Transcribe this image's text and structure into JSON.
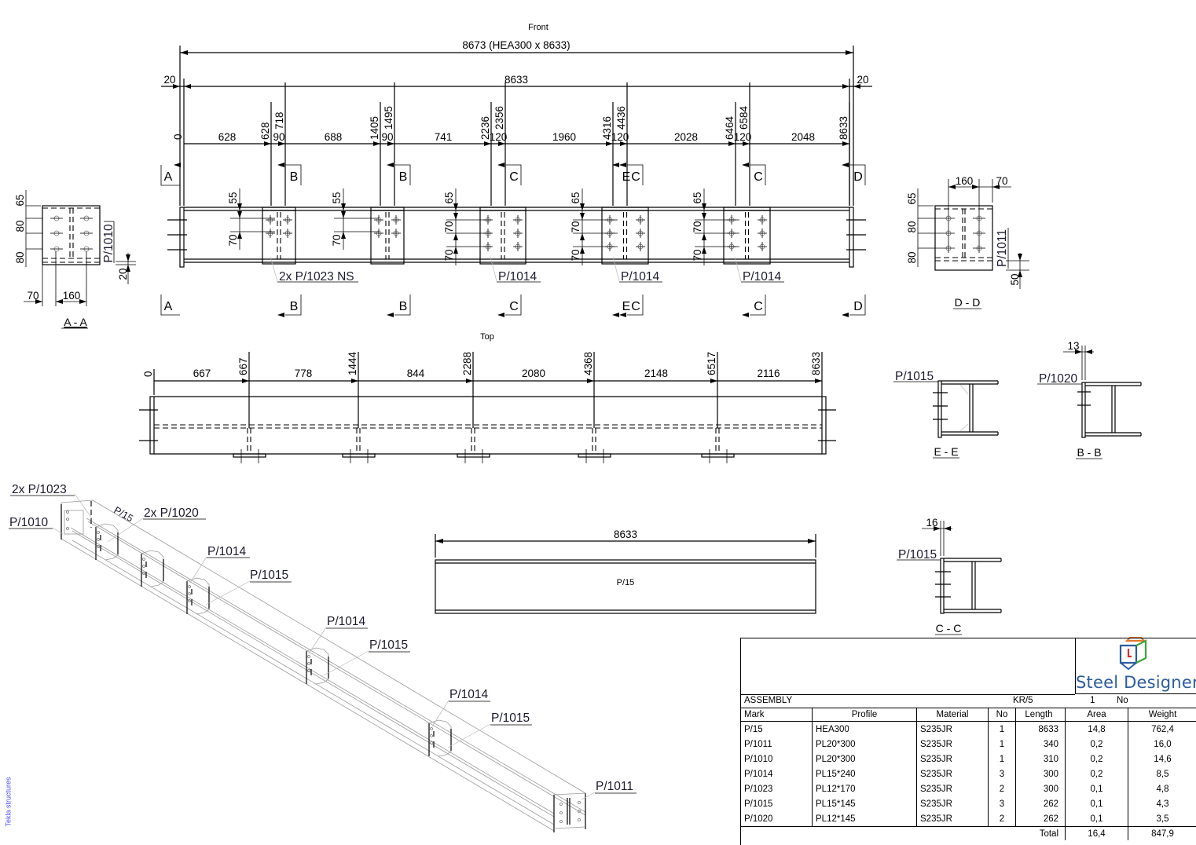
{
  "drawing": {
    "views": {
      "front": {
        "title": "Front",
        "overall_dim": "8673 (HEA300 x 8633)",
        "beam_dim": "8633",
        "end_offset_left": "20",
        "end_offset_right": "20",
        "ordinate_labels": [
          "0",
          "628",
          "718",
          "1405",
          "1495",
          "2236",
          "2356",
          "4316",
          "4436",
          "6464",
          "6584",
          "8633"
        ],
        "chain_dims": [
          "628",
          "90",
          "688",
          "90",
          "741",
          "120",
          "1960",
          "120",
          "2028",
          "120",
          "2048"
        ],
        "section_marks_top": [
          "A",
          "B",
          "B",
          "C",
          "E",
          "C",
          "C",
          "D"
        ],
        "section_marks_bottom": [
          "A",
          "B",
          "B",
          "C",
          "E",
          "C",
          "C",
          "D"
        ],
        "vertical_dims_b": [
          "55",
          "70"
        ],
        "vertical_dims_c": [
          "65",
          "70",
          "70"
        ],
        "callouts": [
          "2x P/1023 NS",
          "P/1014",
          "P/1014",
          "P/1014"
        ]
      },
      "top": {
        "title": "Top",
        "ordinate_labels": [
          "0",
          "667",
          "1444",
          "2288",
          "4368",
          "6517",
          "8633"
        ],
        "chain_dims": [
          "667",
          "778",
          "844",
          "2080",
          "2148",
          "2116"
        ]
      },
      "part": {
        "dim": "8633",
        "mark": "P/15"
      },
      "section_aa": {
        "title": "A - A",
        "dims_vertical": [
          "65",
          "80",
          "80"
        ],
        "dims_horizontal": [
          "70",
          "160"
        ],
        "plate_mark": "P/1010",
        "offset_dim": "20"
      },
      "section_dd": {
        "title": "D - D",
        "dims_vertical": [
          "65",
          "80",
          "80"
        ],
        "dims_horizontal": [
          "160",
          "70"
        ],
        "plate_mark": "P/1011",
        "offset_dim": "50"
      },
      "section_ee": {
        "title": "E - E",
        "plate_mark": "P/1015"
      },
      "section_bb": {
        "title": "B - B",
        "plate_mark": "P/1020",
        "dim": "13"
      },
      "section_cc": {
        "title": "C - C",
        "plate_mark": "P/1015",
        "dim": "16"
      },
      "iso": {
        "labels": [
          "2x P/1023",
          "P/1010",
          "P/15",
          "2x P/1020",
          "P/1014",
          "P/1015",
          "P/1014",
          "P/1015",
          "P/1014",
          "P/1015",
          "P/1011"
        ]
      }
    }
  },
  "title_block": {
    "logo_text": "Steel Designer",
    "logo_colors": {
      "orange": "#e8742a",
      "blue": "#2b5c9e",
      "green": "#3aa53a",
      "red": "#d9302a"
    },
    "assembly_label": "ASSEMBLY",
    "assembly_mark": "KR/5",
    "assembly_qty": "1",
    "assembly_qty_unit": "No",
    "columns": [
      "Mark",
      "Profile",
      "Material",
      "No",
      "Length",
      "Area",
      "Weight"
    ],
    "rows": [
      [
        "P/15",
        "HEA300",
        "S235JR",
        "1",
        "8633",
        "14,8",
        "762,4"
      ],
      [
        "P/1011",
        "PL20*300",
        "S235JR",
        "1",
        "340",
        "0,2",
        "16,0"
      ],
      [
        "P/1010",
        "PL20*300",
        "S235JR",
        "1",
        "310",
        "0,2",
        "14,6"
      ],
      [
        "P/1014",
        "PL15*240",
        "S235JR",
        "3",
        "300",
        "0,2",
        "8,5"
      ],
      [
        "P/1023",
        "PL12*170",
        "S235JR",
        "2",
        "300",
        "0,1",
        "4,8"
      ],
      [
        "P/1015",
        "PL15*145",
        "S235JR",
        "3",
        "262",
        "0,1",
        "4,3"
      ],
      [
        "P/1020",
        "PL12*145",
        "S235JR",
        "2",
        "262",
        "0,1",
        "3,5"
      ]
    ],
    "total_label": "Total",
    "total_area": "16,4",
    "total_weight": "847,9"
  },
  "watermark": "Tekla structures"
}
